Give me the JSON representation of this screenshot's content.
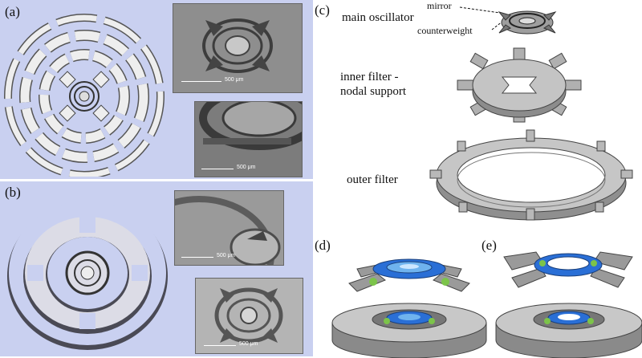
{
  "panels": {
    "a": "(a)",
    "b": "(b)",
    "c": "(c)",
    "d": "(d)",
    "e": "(e)"
  },
  "sem_images": {
    "scale_a_top": "500 μm",
    "scale_a_bottom": "500 μm",
    "scale_b_top": "500 μm",
    "scale_b_bottom": "500 μm"
  },
  "exploded_view": {
    "main_oscillator": "main oscillator",
    "mirror": "mirror",
    "counterweight": "counterweight",
    "inner_filter_line1": "inner filter -",
    "inner_filter_line2": "nodal support",
    "outer_filter": "outer filter"
  },
  "colors": {
    "panel_bg": "#c9d0f0",
    "device_fill": "#a9a9a9",
    "fem_blue": "#2a6fd6",
    "fem_green": "#7cc44a"
  }
}
